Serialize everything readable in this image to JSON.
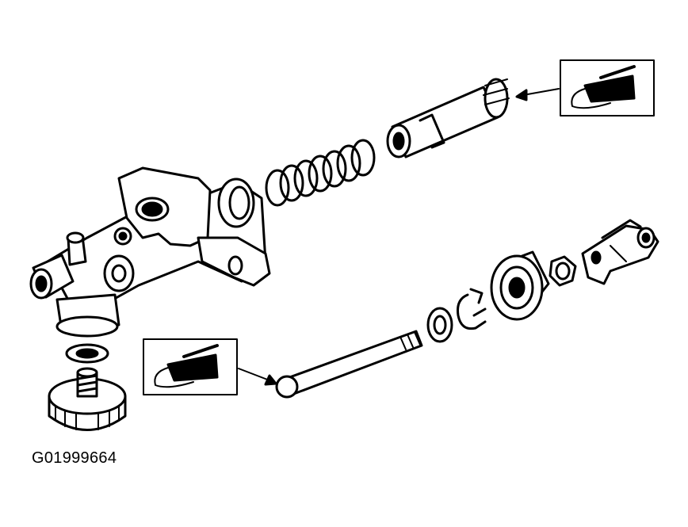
{
  "figure": {
    "figure_id": "G01999664"
  },
  "parts": [
    {
      "name": "master-cylinder-body",
      "icon": "cylinder-body-drawing"
    },
    {
      "name": "reservoir-seal",
      "icon": "seal-ring-drawing"
    },
    {
      "name": "reservoir-cap",
      "icon": "cap-drawing"
    },
    {
      "name": "return-spring",
      "icon": "coil-spring-drawing"
    },
    {
      "name": "piston",
      "icon": "piston-drawing"
    },
    {
      "name": "push-rod",
      "icon": "rod-drawing"
    },
    {
      "name": "washer",
      "icon": "washer-drawing"
    },
    {
      "name": "snap-ring",
      "icon": "snap-ring-drawing"
    },
    {
      "name": "boot",
      "icon": "boot-drawing"
    },
    {
      "name": "nut",
      "icon": "nut-drawing"
    },
    {
      "name": "clevis",
      "icon": "clevis-drawing"
    }
  ],
  "callouts": [
    {
      "name": "lubricate-piston-callout",
      "icon": "grease-gun-icon"
    },
    {
      "name": "lubricate-push-rod-callout",
      "icon": "grease-gun-icon"
    }
  ],
  "colors": {
    "line": "#000000",
    "fill": "#ffffff",
    "shade": "#000000"
  }
}
